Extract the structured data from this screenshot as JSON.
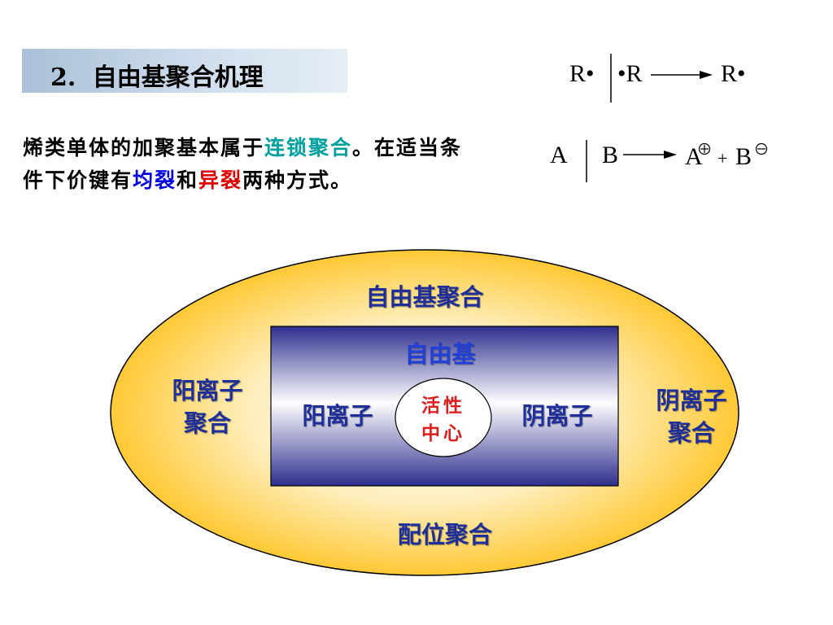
{
  "title": {
    "number": "2.",
    "text": "自由基聚合机理"
  },
  "paragraph": {
    "part1": "烯类单体的加聚基本属于",
    "chain_polymerization": "连锁聚合",
    "part2": "。在适当条件下价键有",
    "homolysis": "均裂",
    "and": "和",
    "heterolysis": "异裂",
    "part3": "两种方式。"
  },
  "reaction1": {
    "left": "R•",
    "right": "•R",
    "product": "R•"
  },
  "reaction2": {
    "left": "A",
    "right": "B",
    "product_a": "A",
    "plus": "+",
    "product_b": "B"
  },
  "diagram": {
    "outer_top": "自由基聚合",
    "outer_left": "阳离子\n聚合",
    "outer_right": "阴离子\n聚合",
    "outer_bottom": "配位聚合",
    "inner_top": "自由基",
    "inner_left": "阳离子",
    "inner_right": "阴离子",
    "center_line1": "活性",
    "center_line2": "中心"
  },
  "colors": {
    "title_bg": "#b8cce0",
    "teal": "#00a0a0",
    "blue": "#0000e0",
    "red": "#e00000",
    "label": "#1f2f9a",
    "center": "#e02020"
  }
}
